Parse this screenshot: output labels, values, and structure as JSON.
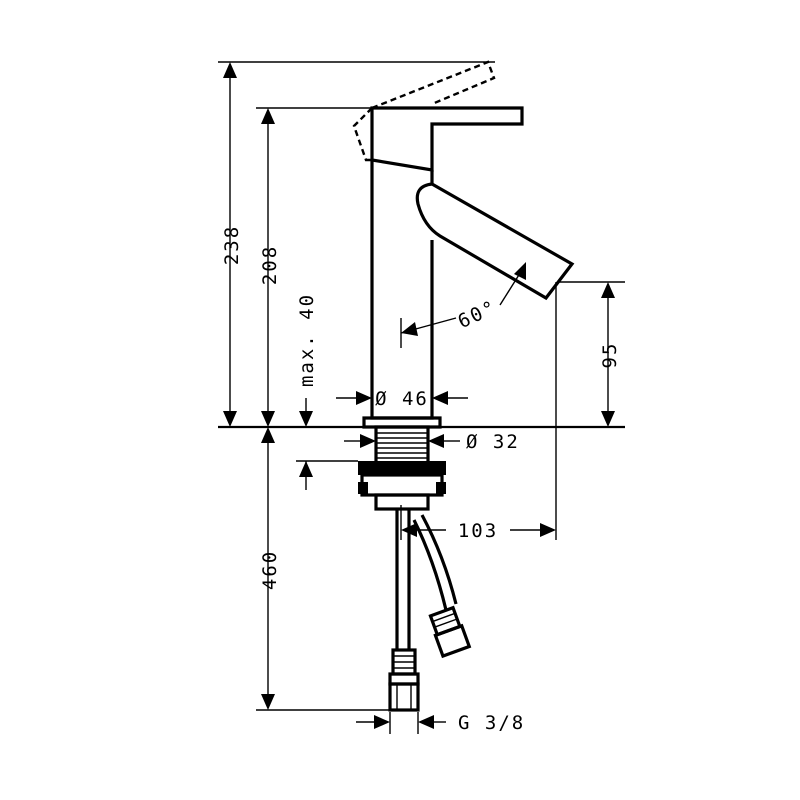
{
  "dimensions": {
    "overall_height": "238",
    "body_height": "208",
    "max_deck_thickness": "max. 40",
    "spout_height": "95",
    "spout_angle": "60°",
    "body_diameter": "Ø 46",
    "shank_diameter": "Ø 32",
    "hose_length": "460",
    "spout_reach": "103",
    "connection_thread": "G 3/8"
  },
  "colors": {
    "line": "#000000",
    "background": "#ffffff"
  }
}
